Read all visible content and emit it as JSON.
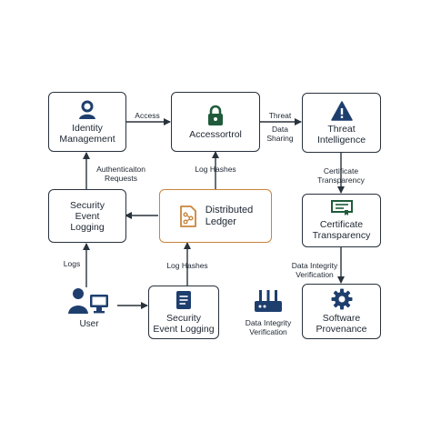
{
  "nodes": {
    "identity": {
      "title": "Identity\nManagement",
      "icon": "person-icon"
    },
    "access": {
      "title": "Accessortrol",
      "icon": "lock-icon"
    },
    "threat_intel": {
      "title": "Threat\nIntelligence",
      "icon": "warning-icon"
    },
    "security_logging_left": {
      "title": "Security\nEvent\nLogging"
    },
    "ledger": {
      "title": "Distributed\nLedger",
      "icon": "ledger-document-icon"
    },
    "cert_transparency": {
      "title": "Certificate\nTransparency",
      "icon": "certificate-icon"
    },
    "user": {
      "title": "User",
      "icon": "user-computer-icon"
    },
    "security_logging_bottom": {
      "title": "Security\nEvent Logging",
      "icon": "document-icon"
    },
    "router": {
      "title": "Data Integrity\nVerification",
      "icon": "router-icon"
    },
    "software_provenance": {
      "title": "Software\nProvenance",
      "icon": "gear-icon"
    }
  },
  "edge_labels": {
    "access": "Access",
    "threat": "Threat",
    "data_sharing": "Data\nSharing",
    "auth_requests": "Authenticaiton\nRequests",
    "log_hashes_top": "Log Hashes",
    "cert_transparency": "Certificate\nTransparency",
    "logs": "Logs",
    "log_hashes_bottom": "Log Hashes",
    "data_integrity": "Data Integrity\nVerification"
  },
  "colors": {
    "border": "#28323c",
    "ledger_border": "#c9843c",
    "icon_blue": "#1e3f6e",
    "icon_green": "#1f5b3a",
    "ledger_icon": "#c9843c"
  }
}
